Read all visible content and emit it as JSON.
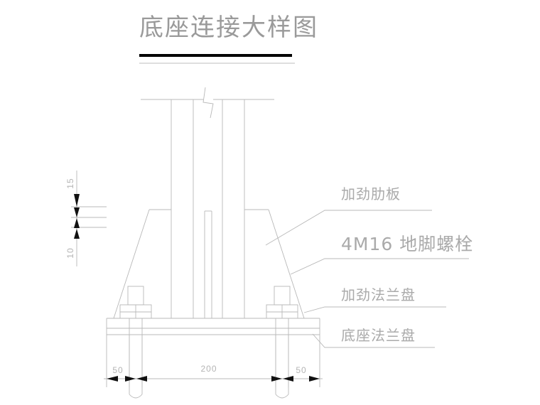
{
  "drawing": {
    "title": "底座连接大样图",
    "title_color": "#9a9a9a",
    "line_color": "#b8b8b8",
    "underline_color": "#000000",
    "background": "#ffffff"
  },
  "labels": {
    "rib_plate": "加劲肋板",
    "anchor_bolt": "4M16 地脚螺栓",
    "stiffened_flange": "加劲法兰盘",
    "base_flange": "底座法兰盘"
  },
  "dimensions": {
    "vertical_top": "15",
    "vertical_bottom": "10",
    "horizontal_left": "50",
    "horizontal_center": "200",
    "horizontal_right": "50"
  }
}
